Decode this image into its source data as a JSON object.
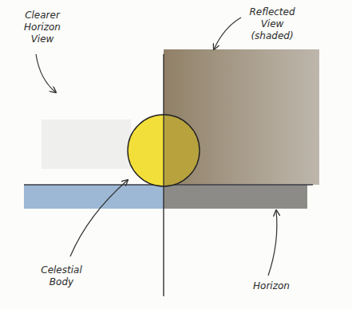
{
  "diagram": {
    "labels": [
      "Clearer Horizon View",
      "Reflected View (shaded)",
      "Celestial Body",
      "Horizon"
    ]
  }
}
